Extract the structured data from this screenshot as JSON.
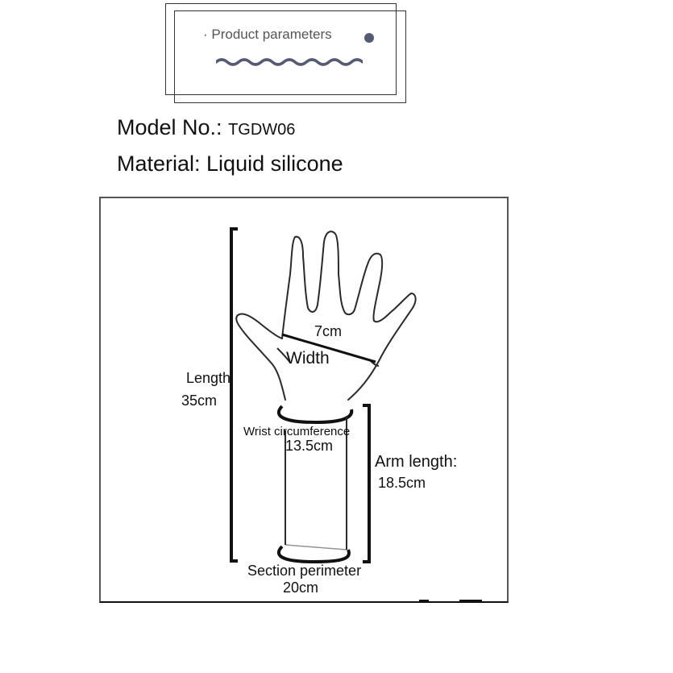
{
  "header": {
    "title": "· Product parameters"
  },
  "specs": {
    "model_label": "Model No.: ",
    "model_value": "TGDW06",
    "material": "Material: Liquid silicone"
  },
  "diagram": {
    "length_label": "Length",
    "length_value": "35cm",
    "width_value": "7cm",
    "width_label": "Width",
    "wrist_label": "Wrist circumference",
    "wrist_value": "13.5cm",
    "arm_label": "Arm length:",
    "arm_value": "18.5cm",
    "section_label": "Section perimeter",
    "section_value": "20cm"
  },
  "colors": {
    "frame": "#333333",
    "dot": "#565a72",
    "wave": "#565a72",
    "outline": "#2a2a2a"
  }
}
